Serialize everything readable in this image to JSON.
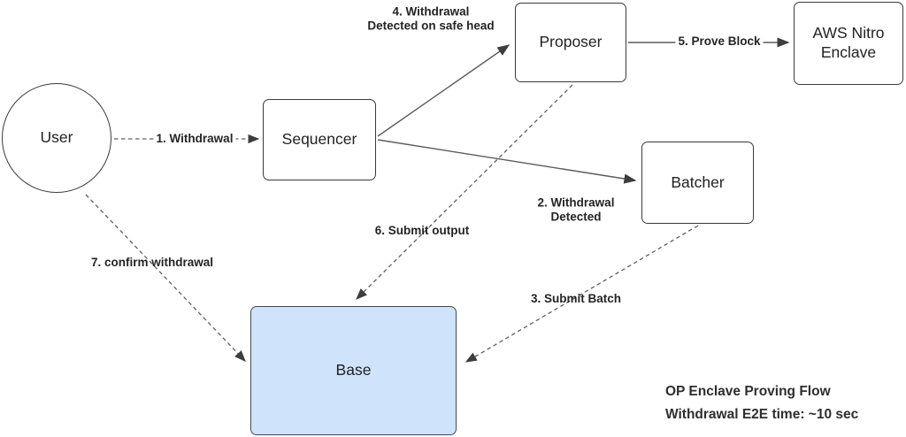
{
  "diagram": {
    "title": "OP Enclave Proving Flow",
    "nodes": {
      "user": {
        "label": "User"
      },
      "sequencer": {
        "label": "Sequencer"
      },
      "proposer": {
        "label": "Proposer"
      },
      "aws_nitro_enclave": {
        "label": "AWS Nitro Enclave"
      },
      "batcher": {
        "label": "Batcher"
      },
      "base": {
        "label": "Base"
      }
    },
    "edges": {
      "e1": {
        "label": "1. Withdrawal",
        "from": "user",
        "to": "sequencer",
        "style": "dashed"
      },
      "e2": {
        "label": "2. Withdrawal\nDetected",
        "from": "sequencer",
        "to": "batcher",
        "style": "solid"
      },
      "e3": {
        "label": "3. Submit Batch",
        "from": "batcher",
        "to": "base",
        "style": "dashed"
      },
      "e4": {
        "label": "4. Withdrawal\nDetected on safe head",
        "from": "sequencer",
        "to": "proposer",
        "style": "solid"
      },
      "e5": {
        "label": "5. Prove Block",
        "from": "proposer",
        "to": "aws_nitro_enclave",
        "style": "solid"
      },
      "e6": {
        "label": "6. Submit output",
        "from": "proposer",
        "to": "base",
        "style": "dashed"
      },
      "e7": {
        "label": "7. confirm withdrawal",
        "from": "user",
        "to": "base",
        "style": "dashed"
      }
    },
    "caption": {
      "line1": "OP Enclave Proving Flow",
      "line2": "Withdrawal E2E time: ~10 sec"
    },
    "colors": {
      "background": "#ffffff",
      "box_border": "#3a3a3a",
      "base_fill": "#cfe3fa",
      "arrow": "#5b5b5b",
      "text": "#1f1f1f"
    }
  }
}
